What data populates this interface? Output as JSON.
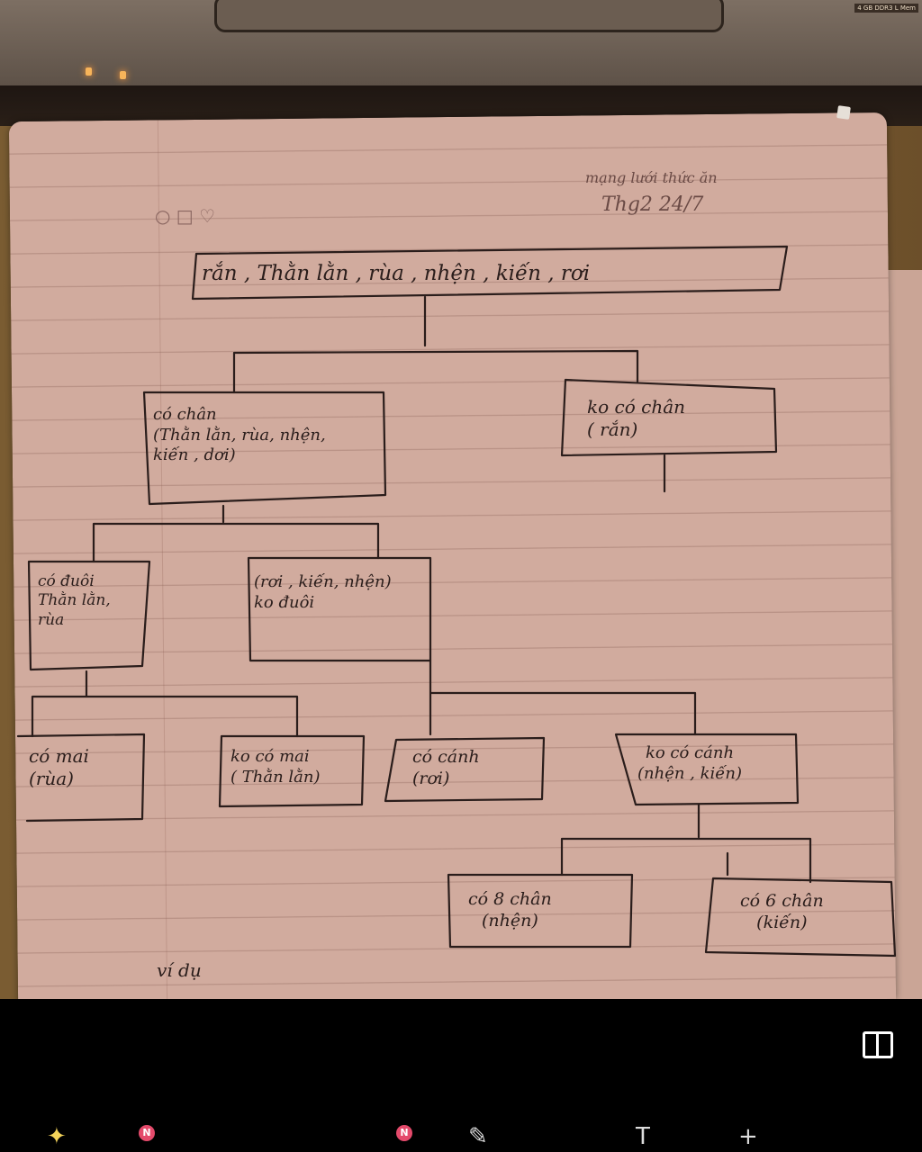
{
  "photo": {
    "monitor_label": "4 GB DDR3 L Mem"
  },
  "notebook": {
    "corner_note": "mạng lưới thức ăn",
    "corner_note_2": "Thg2 24/7",
    "header_icons": "○ □ ♡",
    "root": "rắn , Thằn lằn , rùa , nhện , kiến , rơi",
    "level1_left": "có chân\n(Thằn lằn, rùa, nhện,\nkiến , dơi)",
    "level1_right": "ko có chân\n( rắn)",
    "level2_left": "có đuôi\nThằn lằn,\nrùa",
    "level2_right": "(rơi , kiến, nhện)\nko đuôi",
    "leaf_shell": "có mai\n(rùa)",
    "leaf_noshell": "ko có mai\n( Thằn lằn)",
    "leaf_wings": "có cánh\n(rơi)",
    "leaf_nowings": "ko có cánh\n(nhện , kiến)",
    "leaf_8legs": "có 8 chân\n(nhện)",
    "leaf_6legs": "có 6 chân\n(kiến)",
    "footer_text": "ví dụ"
  },
  "toolbar": {
    "badge_1": "N",
    "badge_2": "N"
  },
  "colors": {
    "ink": "#2a1d1b",
    "paper": "#d1ab9e",
    "badge": "#e44a6b"
  },
  "icons": [
    "split-view-icon",
    "sparkle-icon",
    "pen-icon",
    "text-icon",
    "add-icon"
  ]
}
